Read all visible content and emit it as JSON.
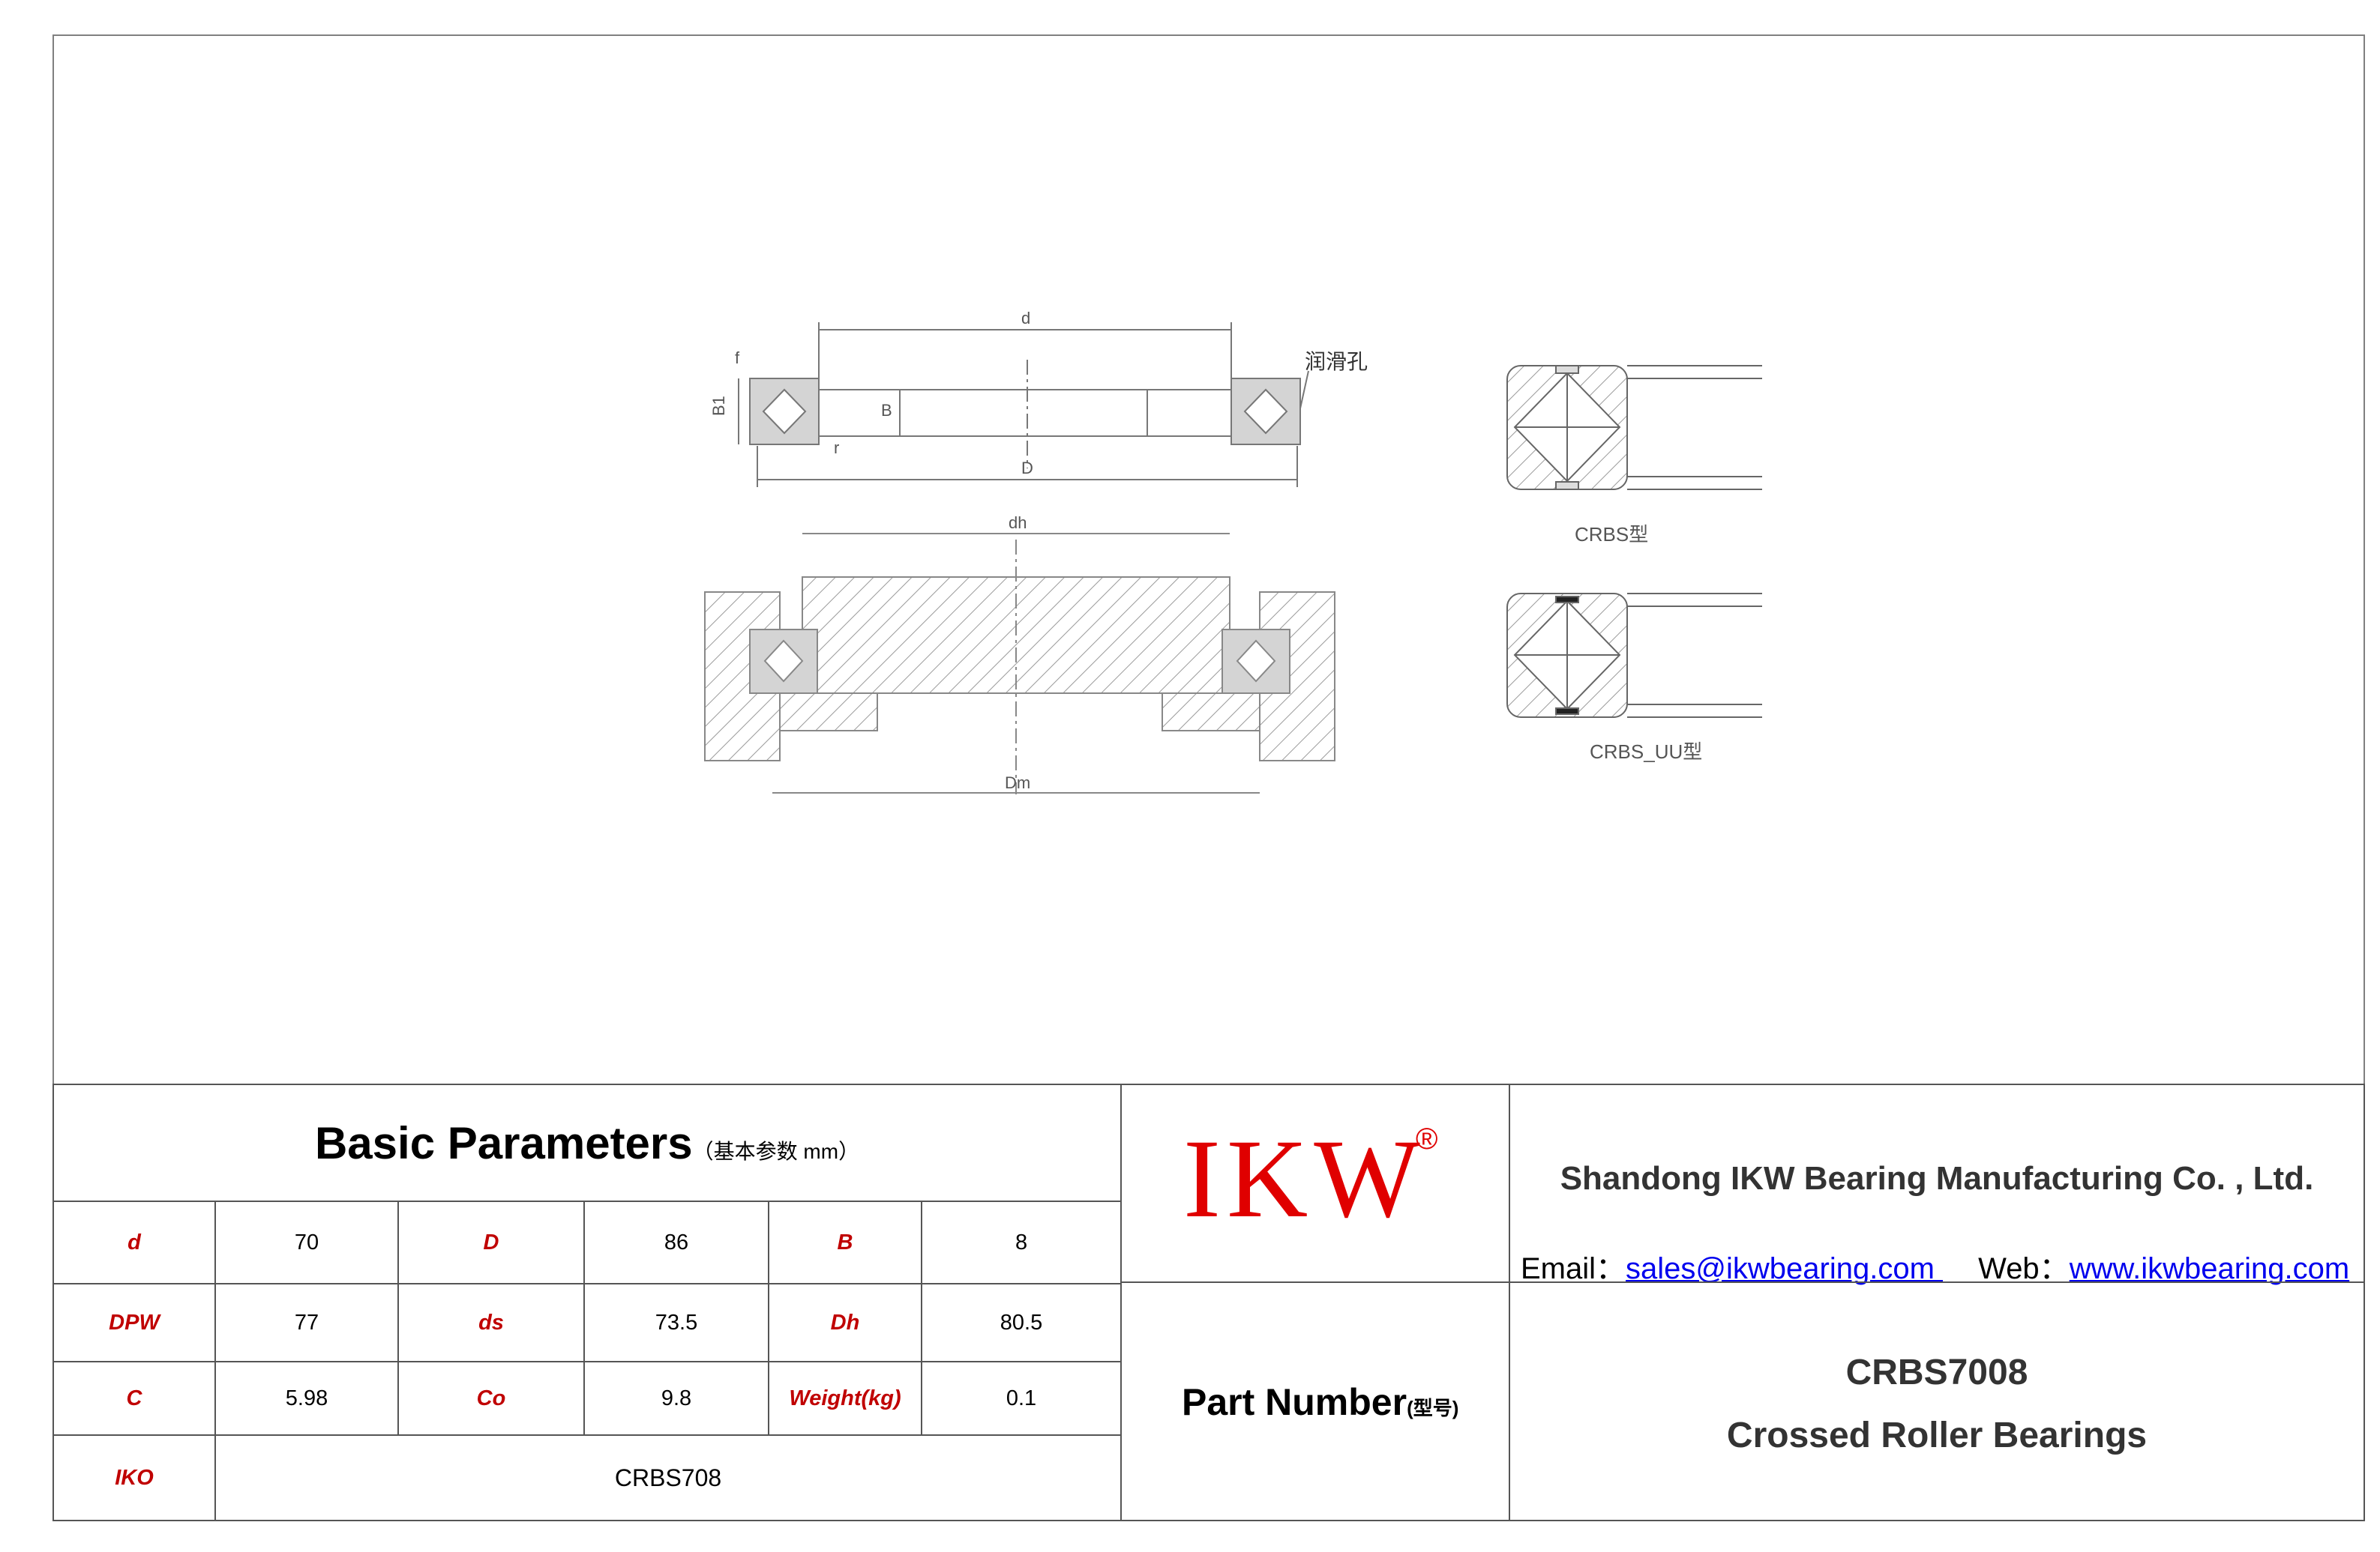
{
  "drawing": {
    "labels": {
      "d": "d",
      "D": "D",
      "B1": "B1",
      "f": "f",
      "r": "r",
      "B": "B",
      "lube_hole": "润滑孔",
      "dh": "dh",
      "Dm": "Dm"
    },
    "crbs_caption": "CRBS型",
    "crbs_uu_caption": "CRBS_UU型"
  },
  "params": {
    "title": "Basic Parameters",
    "title_sub": "（基本参数 mm）",
    "rows": [
      [
        {
          "label": "d",
          "value": "70"
        },
        {
          "label": "D",
          "value": "86"
        },
        {
          "label": "B",
          "value": "8"
        }
      ],
      [
        {
          "label": "DPW",
          "value": "77"
        },
        {
          "label": "ds",
          "value": "73.5"
        },
        {
          "label": "Dh",
          "value": "80.5"
        }
      ],
      [
        {
          "label": "C",
          "value": "5.98"
        },
        {
          "label": "Co",
          "value": "9.8"
        },
        {
          "label": "Weight(kg)",
          "value": "0.1"
        }
      ]
    ],
    "iko_label": "IKO",
    "iko_value": "CRBS708"
  },
  "logo": {
    "text": "IKW",
    "reg": "®"
  },
  "company": {
    "name": "Shandong IKW Bearing Manufacturing Co. , Ltd.",
    "email_label": "Email：",
    "email": "sales@ikwbearing.com ",
    "web_label": "Web：",
    "web": "www.ikwbearing.com"
  },
  "part": {
    "label": "Part Number",
    "label_sub": "(型号)",
    "number": "CRBS7008",
    "name": "Crossed Roller Bearings"
  },
  "colors": {
    "accent_red": "#c00000",
    "logo_red": "#e00000",
    "link_blue": "#0000ee"
  }
}
